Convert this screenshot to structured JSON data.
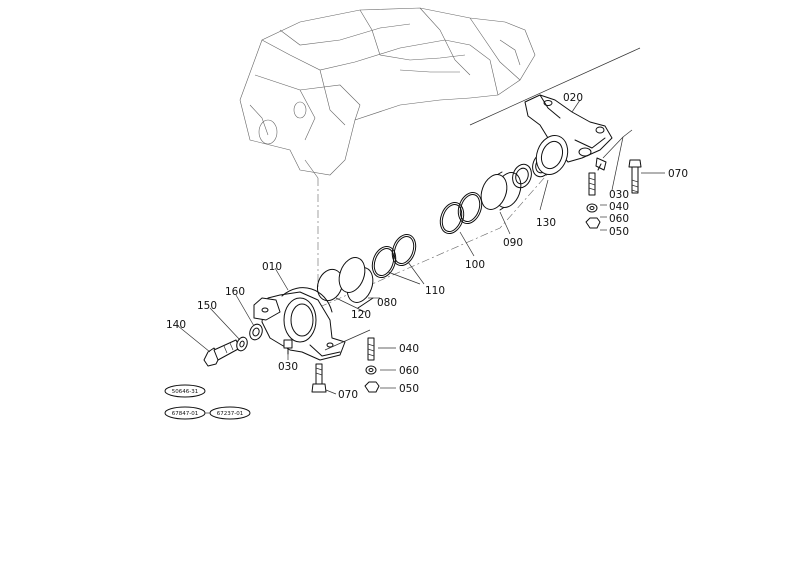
{
  "labels": {
    "p010": "010",
    "p020": "020",
    "p030_right": "030",
    "p030_left": "030",
    "p040_right": "040",
    "p040_left": "040",
    "p050_right": "050",
    "p050_left": "050",
    "p060_right": "060",
    "p060_left": "060",
    "p070_right": "070",
    "p070_left": "070",
    "p080": "080",
    "p090": "090",
    "p100": "100",
    "p110": "110",
    "p120": "120",
    "p130": "130",
    "p140": "140",
    "p150": "150",
    "p160": "160"
  },
  "references": {
    "ref_1": "50646-31",
    "ref_2": "67847-01",
    "ref_3": "67237-01"
  },
  "colors": {
    "line": "#111111",
    "background": "#ffffff"
  }
}
